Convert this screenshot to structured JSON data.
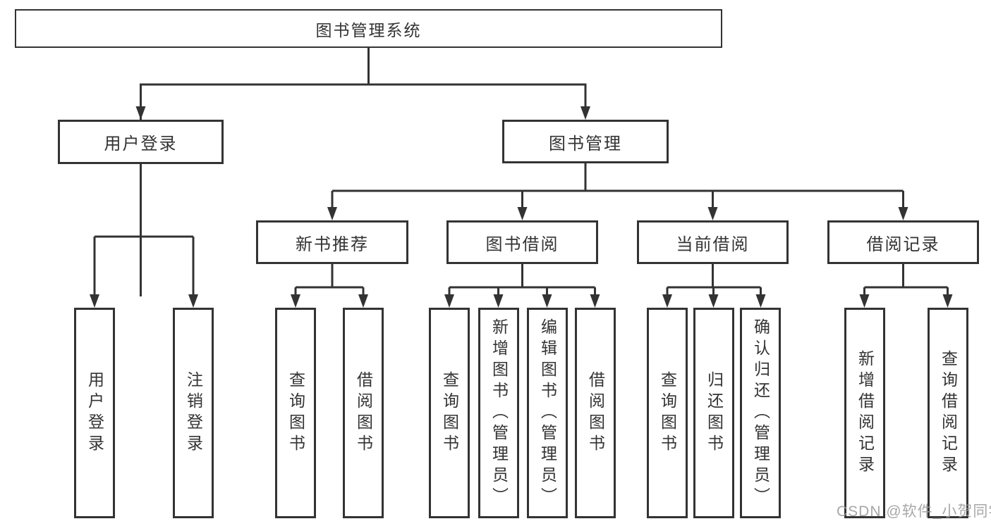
{
  "title": "图书管理系统",
  "nodes": {
    "user_login": "用户登录",
    "book_management": "图书管理",
    "new_book_recommend": "新书推荐",
    "book_borrowing": "图书借阅",
    "current_borrowing": "当前借阅",
    "borrowing_records": "借阅记录"
  },
  "leaves": {
    "user_login": [
      "用户登录",
      "注销登录"
    ],
    "new_book_recommend": [
      "查询图书",
      "借阅图书"
    ],
    "book_borrowing": [
      "查询图书",
      "新增图书（管理员）",
      "编辑图书（管理员）",
      "借阅图书"
    ],
    "current_borrowing": [
      "查询图书",
      "归还图书",
      "确认归还（管理员）"
    ],
    "borrowing_records": [
      "新增借阅记录",
      "查询借阅记录"
    ]
  },
  "watermark": "CSDN @软件_小贺同学",
  "colors": {
    "line": "#333333",
    "box_border": "#333333",
    "text": "#333333",
    "watermark": "#9b9b9b",
    "background": "#ffffff"
  }
}
